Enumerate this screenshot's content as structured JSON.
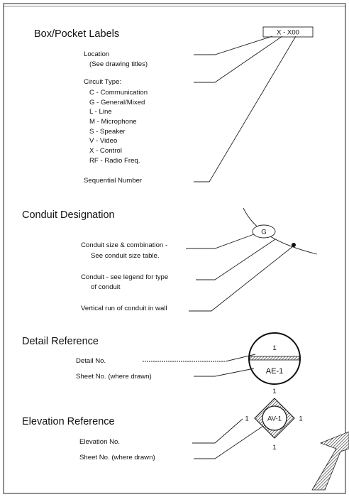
{
  "box_pocket": {
    "heading": "Box/Pocket Labels",
    "tag": "X - X00",
    "location": "Location",
    "location_note": "(See drawing titles)",
    "circuit_type": "Circuit Type:",
    "circuit_types": [
      "C - Communication",
      "G - General/Mixed",
      "L - Line",
      "M - Microphone",
      "S - Speaker",
      "V - Video",
      "X - Control",
      "RF - Radio Freq."
    ],
    "sequential": "Sequential Number"
  },
  "conduit": {
    "heading": "Conduit Designation",
    "symbol": "G",
    "size_line1": "Conduit size & combination -",
    "size_line2": "See conduit size table.",
    "type_line1": "Conduit - see legend for type",
    "type_line2": "of conduit",
    "vertical": "Vertical run of conduit in wall"
  },
  "detail": {
    "heading": "Detail Reference",
    "detail_no": "Detail No.",
    "sheet_no": "Sheet No. (where drawn)",
    "top_value": "1",
    "bottom_value": "AE-1"
  },
  "elevation": {
    "heading": "Elevation Reference",
    "elevation_no": "Elevation No.",
    "sheet_no": "Sheet No. (where drawn)",
    "center": "AV-1",
    "top": "1",
    "left": "1",
    "right": "1",
    "bottom": "1"
  }
}
